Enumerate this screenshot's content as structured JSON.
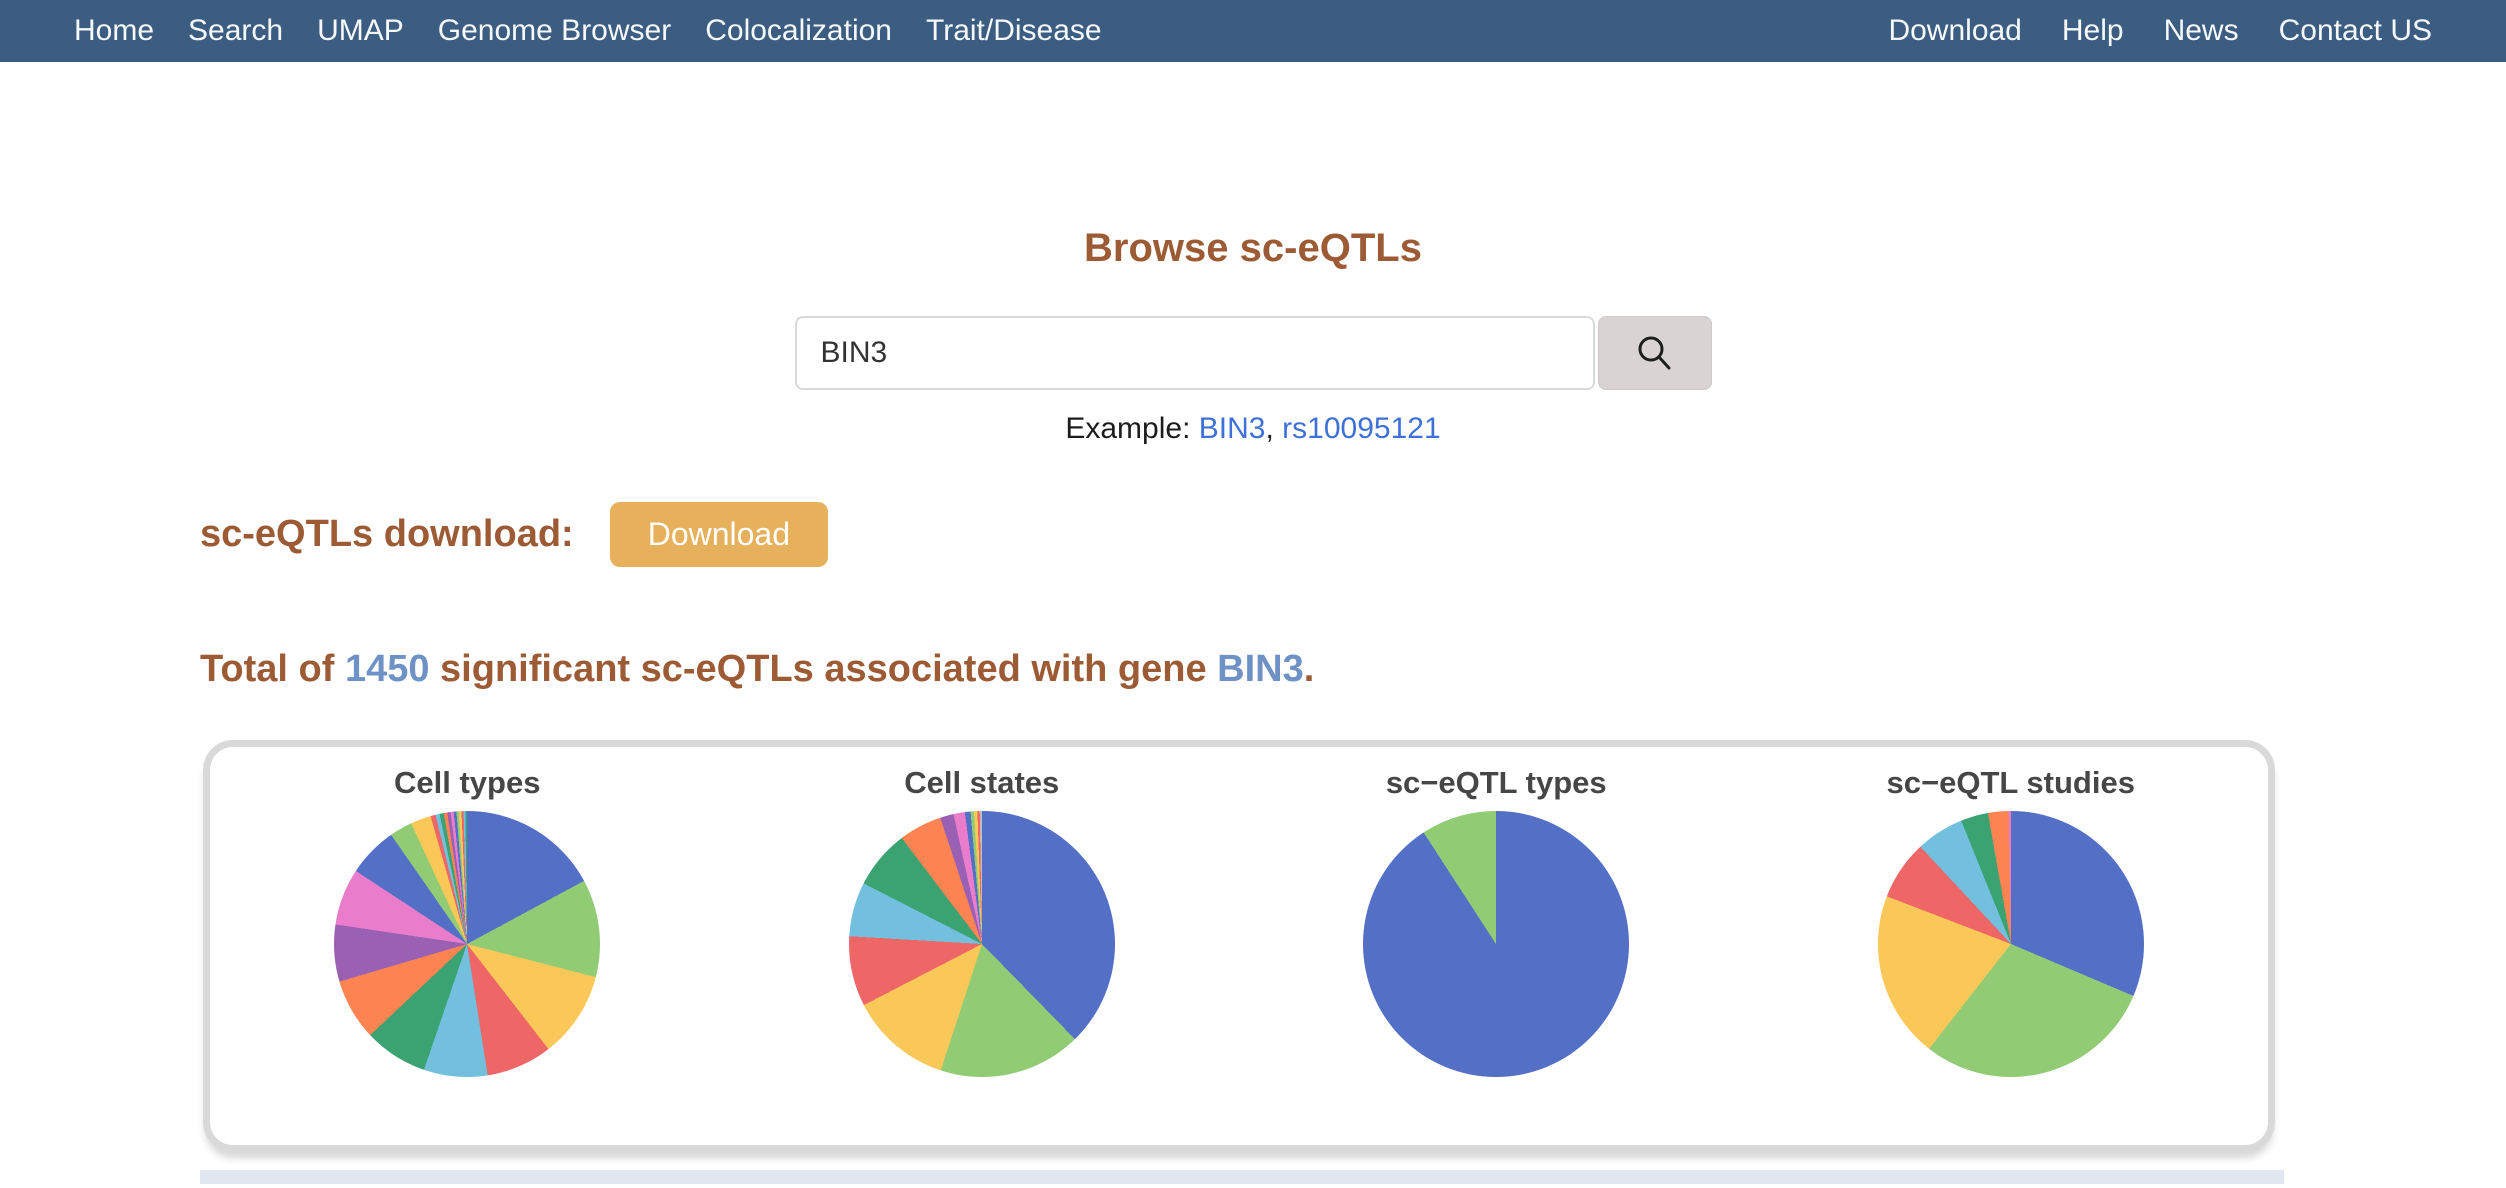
{
  "navbar": {
    "left_items": [
      "Home",
      "Search",
      "UMAP",
      "Genome Browser",
      "Colocalization",
      "Trait/Disease"
    ],
    "right_items": [
      "Download",
      "Help",
      "News",
      "Contact US"
    ]
  },
  "browse": {
    "title": "Browse sc-eQTLs",
    "search_value": "BIN3",
    "example_prefix": "Example:",
    "example_separator": ",",
    "example_links": [
      "BIN3",
      "rs10095121"
    ]
  },
  "download_section": {
    "label": "sc-eQTLs download:",
    "button_label": "Download"
  },
  "summary": {
    "prefix": "Total of",
    "count": "1450",
    "middle": "significant sc-eQTLs associated with gene",
    "gene": "BIN3",
    "suffix": "."
  },
  "colors": {
    "navbar_bg": "#3b5d81",
    "heading_brown": "#9d5b35",
    "steel_blue": "#6e92c6",
    "link_blue": "#3e71d8",
    "download_btn_bg": "#e7b05c",
    "search_btn_bg": "#d9d3d3",
    "panel_border": "#d9d9d9",
    "strip_bg": "#dfe8f0"
  },
  "chart_data": [
    {
      "type": "pie",
      "title": "Cell types",
      "note": "no data labels shown; slice sizes in degrees read from figure, clockwise from 12 o'clock",
      "values": [
        62,
        43,
        38,
        29,
        28,
        28,
        27,
        25,
        25,
        22,
        10,
        9,
        2.2,
        1.8,
        1.8,
        1.6,
        1.4,
        1.4,
        1.2,
        1.0,
        1.2,
        0.9,
        0.8,
        0.7
      ],
      "colors": [
        "#5470c6",
        "#91cc75",
        "#fac858",
        "#ee6666",
        "#73c0de",
        "#3ba272",
        "#fc8452",
        "#9a60b4",
        "#ea7ccc",
        "#5470c6",
        "#91cc75",
        "#fac858",
        "#ee6666",
        "#73c0de",
        "#3ba272",
        "#fc8452",
        "#9a60b4",
        "#ea7ccc",
        "#5470c6",
        "#91cc75",
        "#fac858",
        "#ee6666",
        "#73c0de",
        "#3ba272"
      ]
    },
    {
      "type": "pie",
      "title": "Cell states",
      "note": "no data labels shown; slice sizes in degrees read from figure, clockwise from 12 o'clock",
      "values": [
        137,
        63,
        45,
        31,
        24,
        26,
        19,
        6,
        5,
        2.5,
        1.5,
        1.5,
        1,
        1
      ],
      "colors": [
        "#5470c6",
        "#91cc75",
        "#fac858",
        "#ee6666",
        "#73c0de",
        "#3ba272",
        "#fc8452",
        "#9a60b4",
        "#ea7ccc",
        "#5470c6",
        "#91cc75",
        "#fac858",
        "#ee6666",
        "#bdbdbd"
      ]
    },
    {
      "type": "pie",
      "title": "sc−eQTL types",
      "note": "no data labels shown; blue ≈ 91%, green ≈ 9%",
      "values": [
        327,
        33
      ],
      "colors": [
        "#5470c6",
        "#91cc75"
      ]
    },
    {
      "type": "pie",
      "title": "sc−eQTL studies",
      "note": "no data labels shown; slice sizes in degrees read from figure, clockwise from 12 o'clock",
      "values": [
        113,
        105,
        73,
        26,
        21,
        12,
        9,
        1
      ],
      "colors": [
        "#5470c6",
        "#91cc75",
        "#fac858",
        "#ee6666",
        "#73c0de",
        "#3ba272",
        "#fc8452",
        "#ea7ccc"
      ]
    }
  ]
}
